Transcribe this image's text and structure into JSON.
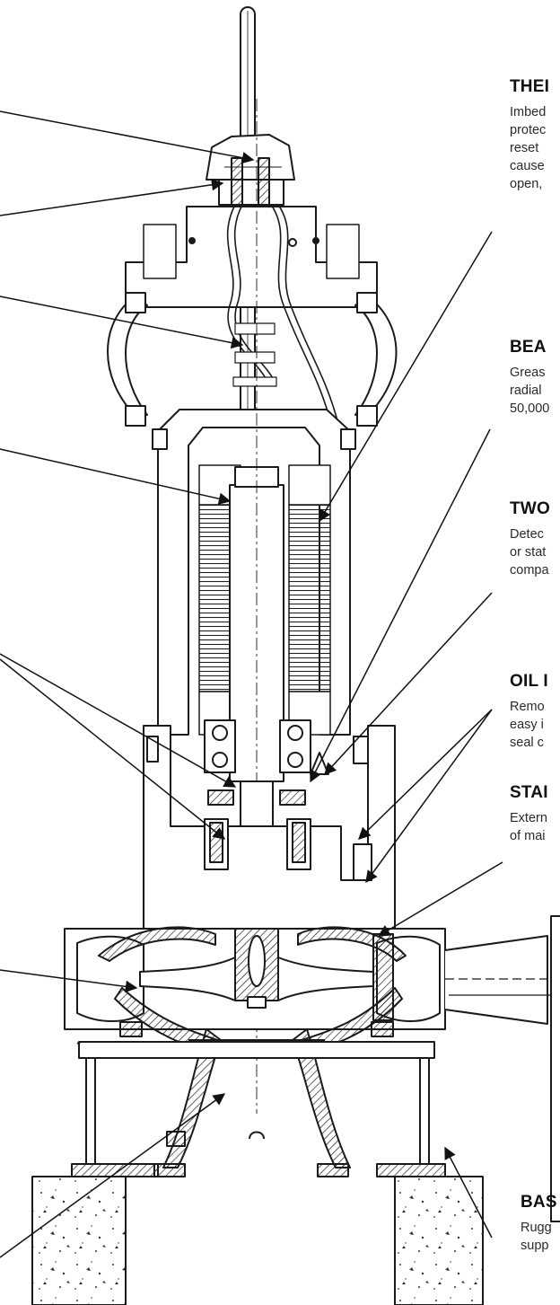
{
  "callouts": [
    {
      "id": "thermal",
      "heading": "THEI",
      "lines": [
        "Imbed",
        "protec",
        "reset",
        "cause",
        "open,"
      ]
    },
    {
      "id": "bearings",
      "heading": "BEA",
      "lines": [
        "Greas",
        "radial",
        "50,000"
      ]
    },
    {
      "id": "two",
      "heading": "TWO",
      "lines": [
        "Detec",
        "or stat",
        "compa"
      ]
    },
    {
      "id": "oil",
      "heading": "OIL I",
      "lines": [
        "Remo",
        "easy i",
        "seal c"
      ]
    },
    {
      "id": "stainless",
      "heading": "STAI",
      "lines": [
        "Extern",
        "of mai"
      ]
    },
    {
      "id": "base",
      "heading": "BAS",
      "lines": [
        "Rugg",
        "supp"
      ]
    }
  ]
}
